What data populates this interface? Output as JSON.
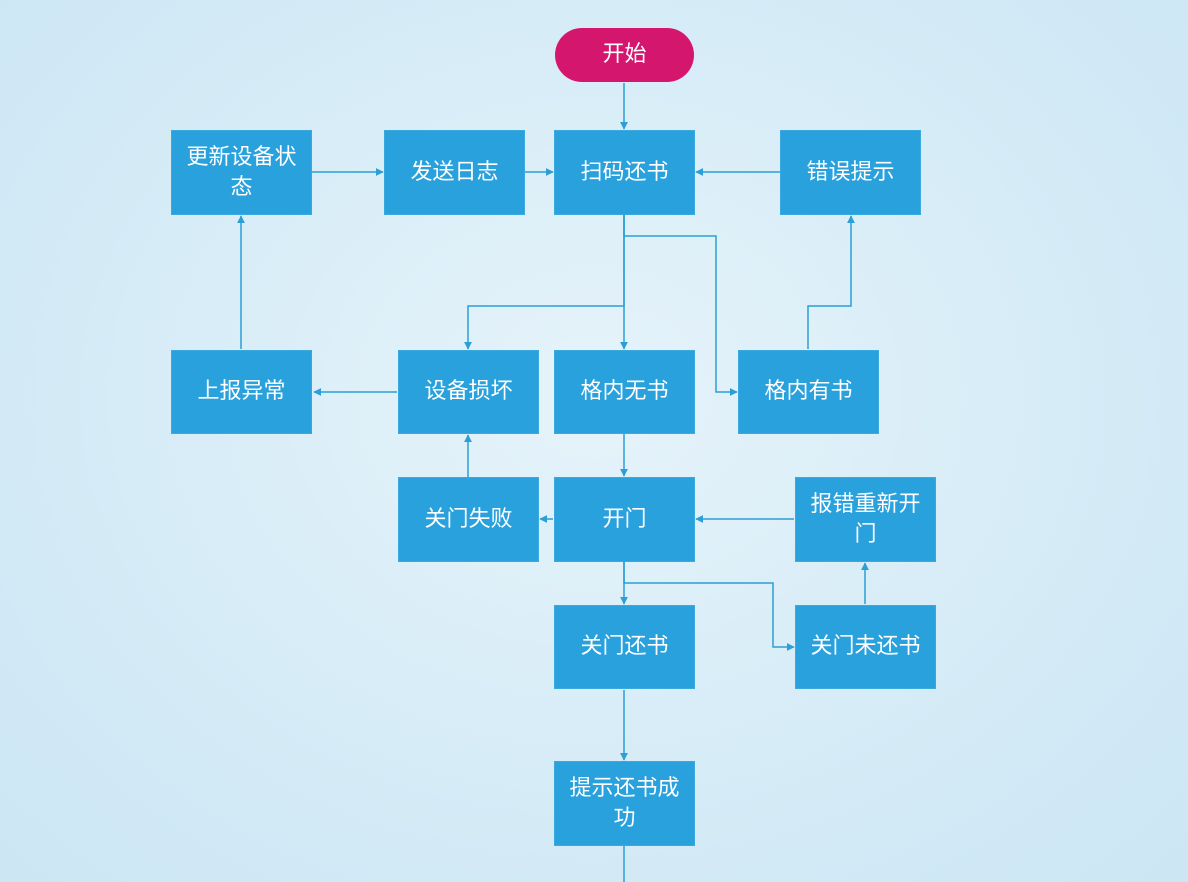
{
  "nodes": {
    "start": "开始",
    "scan_return": "扫码还书",
    "send_log": "发送日志",
    "update_status": "更新设备状态",
    "error_prompt": "错误提示",
    "report_exception": "上报异常",
    "device_broken": "设备损坏",
    "slot_empty": "格内无书",
    "slot_has_book": "格内有书",
    "close_fail": "关门失败",
    "open_door": "开门",
    "reopen_error": "报错重新开门",
    "close_return": "关门还书",
    "close_not_returned": "关门未还书",
    "return_success": "提示还书成功"
  },
  "colors": {
    "background": "#d6ecf7",
    "node_fill": "#29a1dd",
    "start_fill": "#d5166f",
    "edge": "#2b9fd6",
    "text": "#ffffff"
  }
}
